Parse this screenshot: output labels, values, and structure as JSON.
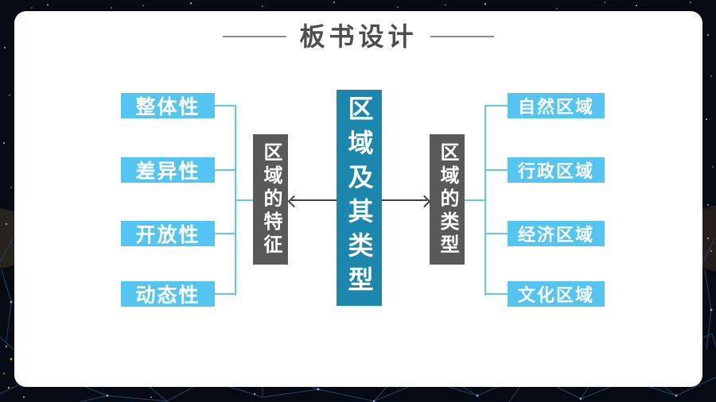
{
  "slide": {
    "title": "板书设计"
  },
  "diagram": {
    "center": {
      "label": "区域及其类型"
    },
    "left_group": {
      "header": "区域的特征",
      "items": [
        "整体性",
        "差异性",
        "开放性",
        "动态性"
      ]
    },
    "right_group": {
      "header": "区域的类型",
      "items": [
        "自然区域",
        "行政区域",
        "经济区域",
        "文化区域"
      ]
    }
  },
  "colors": {
    "center_teal": "#1b87ac",
    "group_gray": "#595959",
    "item_blue": "#54c5f0",
    "connector_blue": "#5ec9ec",
    "arrow_dark": "#3f3f3f",
    "title_gray": "#4d4d4d"
  }
}
